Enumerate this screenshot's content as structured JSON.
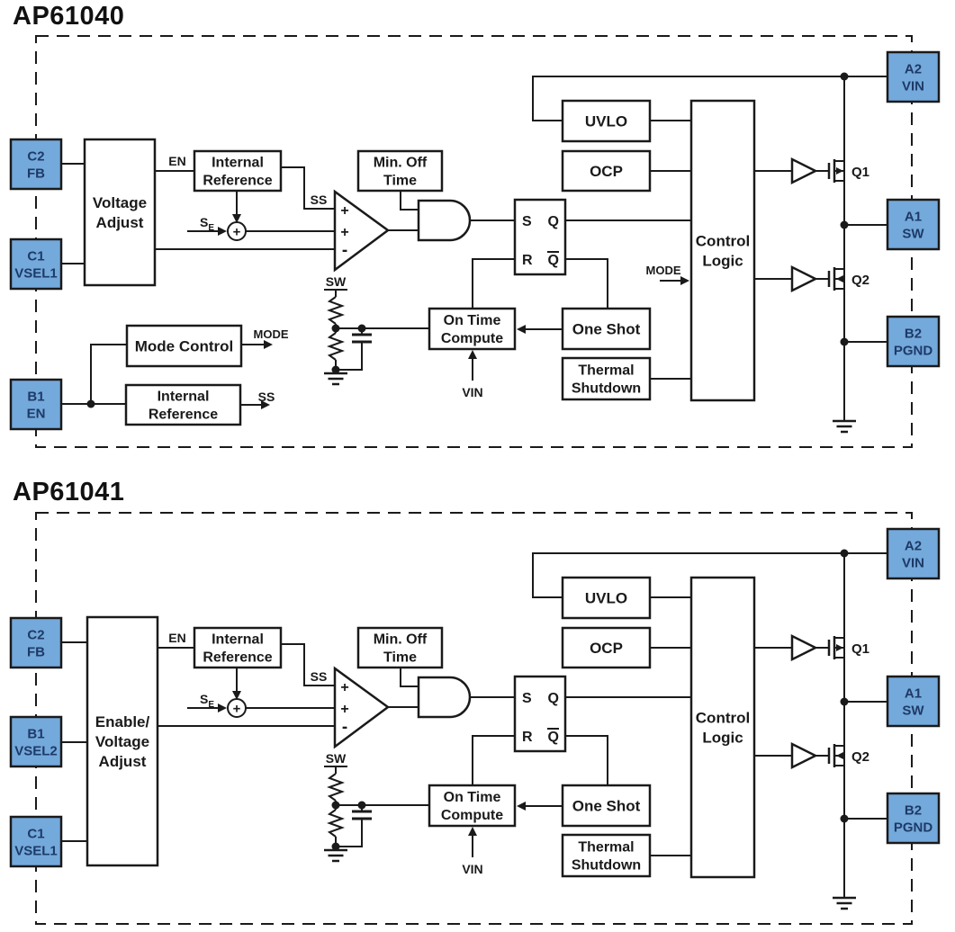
{
  "colors": {
    "background": "#ffffff",
    "line": "#1a1a1a",
    "box_fill": "#ffffff",
    "pin_fill": "#74a9dc",
    "pin_text": "#1e3a66",
    "text": "#1a1a1a"
  },
  "diagrams": [
    {
      "title": "AP61040",
      "left_pins": [
        {
          "code": "C2",
          "name": "FB"
        },
        {
          "code": "C1",
          "name": "VSEL1"
        },
        {
          "code": "B1",
          "name": "EN"
        }
      ],
      "right_pins": [
        {
          "code": "A2",
          "name": "VIN"
        },
        {
          "code": "A1",
          "name": "SW"
        },
        {
          "code": "B2",
          "name": "PGND"
        }
      ],
      "adjust_box": [
        "Voltage",
        "Adjust"
      ],
      "blocks": {
        "internal_reference": [
          "Internal",
          "Reference"
        ],
        "min_off_time": [
          "Min. Off",
          "Time"
        ],
        "uvlo": [
          "UVLO"
        ],
        "ocp": [
          "OCP"
        ],
        "control_logic": [
          "Control",
          "Logic"
        ],
        "on_time_compute": [
          "On Time",
          "Compute"
        ],
        "one_shot": [
          "One Shot"
        ],
        "thermal_shutdown": [
          "Thermal",
          "Shutdown"
        ],
        "mode_control": [
          "Mode Control"
        ],
        "internal_reference_2": [
          "Internal",
          "Reference"
        ]
      },
      "latch": {
        "s": "S",
        "r": "R",
        "q": "Q",
        "q_bar": "Q"
      },
      "comparator_inputs": [
        "+",
        "+",
        "-"
      ],
      "summing_sign": "+",
      "signals": {
        "en": "EN",
        "ss": "SS",
        "se_main": "S",
        "se_sub": "E",
        "sw": "SW",
        "vin": "VIN",
        "mode": "MODE",
        "mode_out": "MODE",
        "ss_out": "SS",
        "q1": "Q1",
        "q2": "Q2"
      }
    },
    {
      "title": "AP61041",
      "left_pins": [
        {
          "code": "C2",
          "name": "FB"
        },
        {
          "code": "B1",
          "name": "VSEL2"
        },
        {
          "code": "C1",
          "name": "VSEL1"
        }
      ],
      "right_pins": [
        {
          "code": "A2",
          "name": "VIN"
        },
        {
          "code": "A1",
          "name": "SW"
        },
        {
          "code": "B2",
          "name": "PGND"
        }
      ],
      "adjust_box": [
        "Enable/",
        "Voltage",
        "Adjust"
      ],
      "blocks": {
        "internal_reference": [
          "Internal",
          "Reference"
        ],
        "min_off_time": [
          "Min. Off",
          "Time"
        ],
        "uvlo": [
          "UVLO"
        ],
        "ocp": [
          "OCP"
        ],
        "control_logic": [
          "Control",
          "Logic"
        ],
        "on_time_compute": [
          "On Time",
          "Compute"
        ],
        "one_shot": [
          "One Shot"
        ],
        "thermal_shutdown": [
          "Thermal",
          "Shutdown"
        ]
      },
      "latch": {
        "s": "S",
        "r": "R",
        "q": "Q",
        "q_bar": "Q"
      },
      "comparator_inputs": [
        "+",
        "+",
        "-"
      ],
      "summing_sign": "+",
      "signals": {
        "en": "EN",
        "ss": "SS",
        "se_main": "S",
        "se_sub": "E",
        "sw": "SW",
        "vin": "VIN",
        "q1": "Q1",
        "q2": "Q2"
      }
    }
  ]
}
